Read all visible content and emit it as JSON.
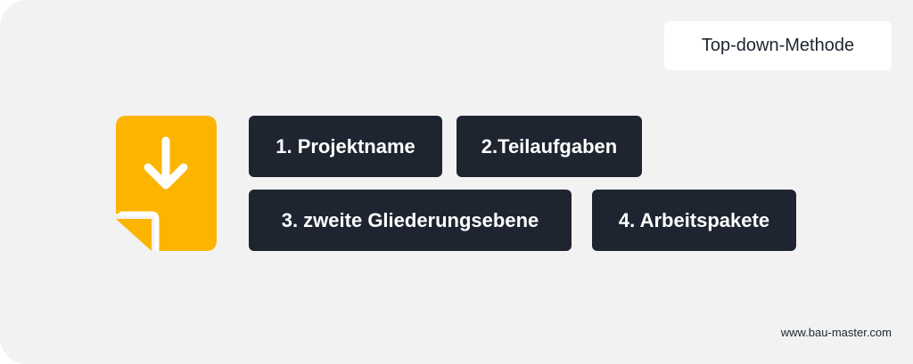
{
  "method_label": "Top-down-Methode",
  "steps": [
    {
      "label": "1. Projektname"
    },
    {
      "label": "2.Teilaufgaben"
    },
    {
      "label": "3. zweite Gliederungsebene"
    },
    {
      "label": "4. Arbeitspakete"
    }
  ],
  "website": "www.bau-master.com",
  "icon": {
    "name": "document-arrow-down-icon",
    "color": "#fbb500"
  },
  "colors": {
    "background": "#f2f2f2",
    "pill": "#1e2530",
    "accent": "#fbb500"
  }
}
